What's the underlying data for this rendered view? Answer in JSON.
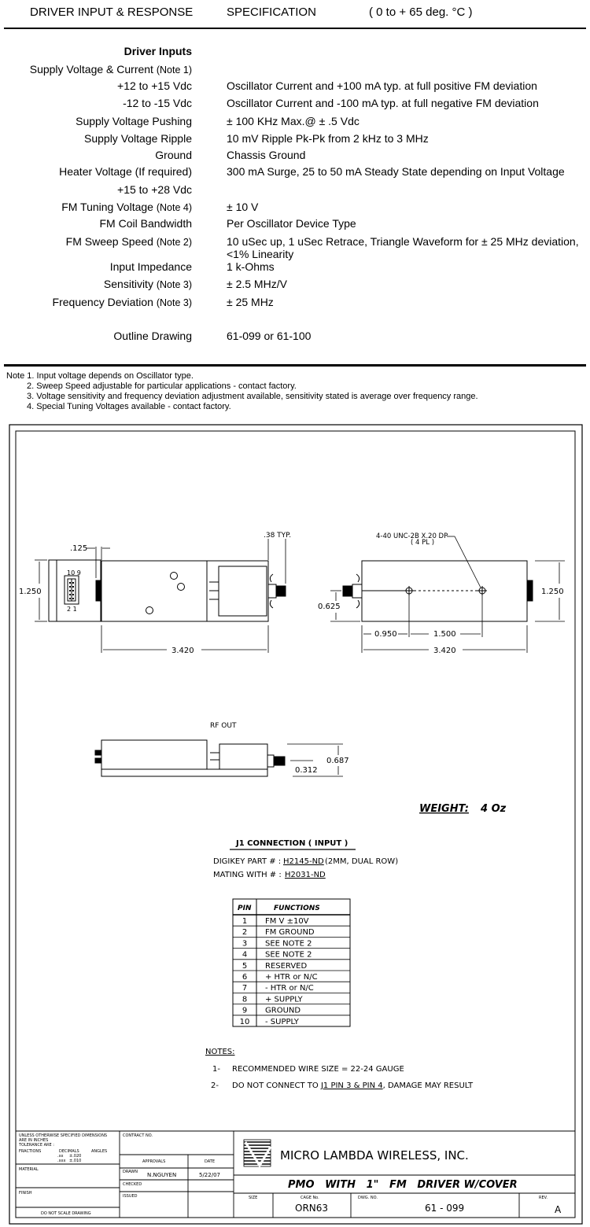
{
  "header": {
    "col1": "DRIVER INPUT & RESPONSE",
    "col2": "SPECIFICATION",
    "col3": "( 0 to + 65 deg. °C )"
  },
  "section_title": "Driver Inputs",
  "specs": [
    {
      "label": "Supply Voltage & Current",
      "note": "(Note 1)",
      "value": ""
    },
    {
      "label": "+12 to +15 Vdc",
      "note": "",
      "value": "Oscillator Current and +100 mA typ. at full positive FM deviation"
    },
    {
      "label": "-12 to  -15 Vdc",
      "note": "",
      "value": "Oscillator Current and -100 mA typ. at full negative FM deviation"
    },
    {
      "label": "Supply Voltage Pushing",
      "note": "",
      "value": "± 100 KHz Max.@ ± .5 Vdc"
    },
    {
      "label": "Supply Voltage Ripple",
      "note": "",
      "value": "10 mV Ripple Pk-Pk from 2 kHz to 3 MHz"
    },
    {
      "label": "Ground",
      "note": "",
      "value": "Chassis Ground"
    },
    {
      "label": "Heater Voltage (If required)",
      "note": "",
      "value": "300 mA Surge, 25 to 50 mA Steady State depending on Input Voltage"
    },
    {
      "label": "+15 to +28 Vdc",
      "note": "",
      "value": ""
    },
    {
      "label": "FM Tuning Voltage",
      "note": "(Note 4)",
      "value": "± 10 V"
    },
    {
      "label": "FM Coil Bandwidth",
      "note": "",
      "value": "Per Oscillator Device Type"
    },
    {
      "label": "FM Sweep Speed",
      "note": "(Note 2)",
      "value": "10 uSec up, 1 uSec Retrace, Triangle Waveform for ± 25 MHz deviation,",
      "value2": "<1% Linearity"
    },
    {
      "label": "Input Impedance",
      "note": "",
      "value": "1 k-Ohms"
    },
    {
      "label": "Sensitivity",
      "note": "(Note 3)",
      "value": "± 2.5 MHz/V"
    },
    {
      "label": "Frequency Deviation",
      "note": "(Note 3)",
      "value": "± 25 MHz"
    },
    {
      "label": "Outline Drawing",
      "note": "",
      "value": "61-099 or 61-100"
    }
  ],
  "notes": [
    "Note 1. Input voltage depends on Oscillator type.",
    "2. Sweep Speed adjustable for particular applications - contact factory.",
    "3. Voltage sensitivity and frequency deviation adjustment available, sensitivity stated is average over frequency range.",
    "4. Special Tuning Voltages available - contact factory."
  ],
  "drawing": {
    "dims": {
      "d125": ".125",
      "d38": ".38 TYP.",
      "d1250_left": "1.250",
      "d1250_right": "1.250",
      "d3420_left": "3.420",
      "d3420_right": "3.420",
      "d0625": "0.625",
      "d0950": "0.950",
      "d1500": "1.500",
      "d0312": "0.312",
      "d0687": "0.687",
      "pins_top": "10 9",
      "pins_bottom": "2 1"
    },
    "hole_note": "4-40 UNC-2B X.20 DP",
    "hole_note2": "( 4 PL )",
    "rf_out": "RF OUT",
    "weight_label": "WEIGHT:",
    "weight_value": "4 Oz",
    "j1_title": "J1  CONNECTION  ( INPUT )",
    "digikey_label": "DIGIKEY PART # :",
    "digikey_part": "H2145-ND",
    "digikey_suffix": "(2MM, DUAL ROW)",
    "mating_label": "MATING WITH # :",
    "mating_part": "H2031-ND",
    "pin_table": {
      "headers": [
        "PIN",
        "FUNCTIONS"
      ],
      "rows": [
        [
          "1",
          "FM V  ±10V"
        ],
        [
          "2",
          "FM GROUND"
        ],
        [
          "3",
          "SEE NOTE 2"
        ],
        [
          "4",
          "SEE NOTE 2"
        ],
        [
          "5",
          "RESERVED"
        ],
        [
          "6",
          "+ HTR   or   N/C"
        ],
        [
          "7",
          "- HTR   or   N/C"
        ],
        [
          "8",
          "+ SUPPLY"
        ],
        [
          "9",
          "GROUND"
        ],
        [
          "10",
          "- SUPPLY"
        ]
      ]
    },
    "notes_title": "NOTES:",
    "note1_num": "1-",
    "note1": "RECOMMENDED WIRE SIZE = 22-24 GAUGE",
    "note2_num": "2-",
    "note2_pre": "DO NOT CONNECT TO ",
    "note2_ul": "J1 PIN 3 & PIN 4",
    "note2_post": ", DAMAGE MAY RESULT"
  },
  "title_block": {
    "tol_lines": [
      "UNLESS OTHERWISE SPECIFIED DIMENSIONS",
      "ARE IN INCHES",
      "TOLERANCE ARE :"
    ],
    "tol_cols": [
      "FRACTIONS",
      "DECIMALS",
      "ANGLES"
    ],
    "tol_row1": [
      ".xx",
      "±.020"
    ],
    "tol_row2": [
      ".xxx",
      "±.010"
    ],
    "material": "MATERIAL",
    "finish": "FINISH",
    "do_not_scale": "DO NOT SCALE DRAWING",
    "contract": "CONTRACT NO.",
    "approvals": "APPROVALS",
    "date": "DATE",
    "drawn": "DRAWN",
    "drawn_by": "N.NGUYEN",
    "drawn_date": "5/22/07",
    "checked": "CHECKED",
    "issued": "ISSUED",
    "company": "MICRO LAMBDA WIRELESS, INC.",
    "title": "PMO   WITH   1\"   FM   DRIVER W/COVER",
    "size_label": "SIZE",
    "cage_label": "CAGE No.",
    "cage_value": "ORN63",
    "dwg_label": "DWG. NO.",
    "dwg_value": "61 - 099",
    "rev_label": "REV.",
    "rev_value": "A"
  }
}
